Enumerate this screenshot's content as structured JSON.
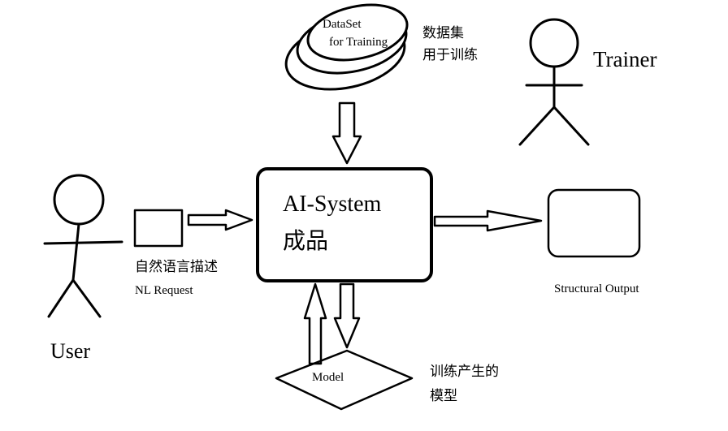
{
  "dataset": {
    "line1": "DataSet",
    "line2": "for Training",
    "caption_line1": "数据集",
    "caption_line2": "用于训练"
  },
  "trainer": {
    "label": "Trainer"
  },
  "system": {
    "title": "AI-System",
    "subtitle": "成品"
  },
  "user": {
    "label": "User",
    "caption_line1": "自然语言描述",
    "caption_line2": "NL Request"
  },
  "output": {
    "label": "Structural Output"
  },
  "model": {
    "label": "Model",
    "caption_line1": "训练产生的",
    "caption_line2": "模型"
  },
  "colors": {
    "stroke": "#000000",
    "background": "#ffffff"
  }
}
